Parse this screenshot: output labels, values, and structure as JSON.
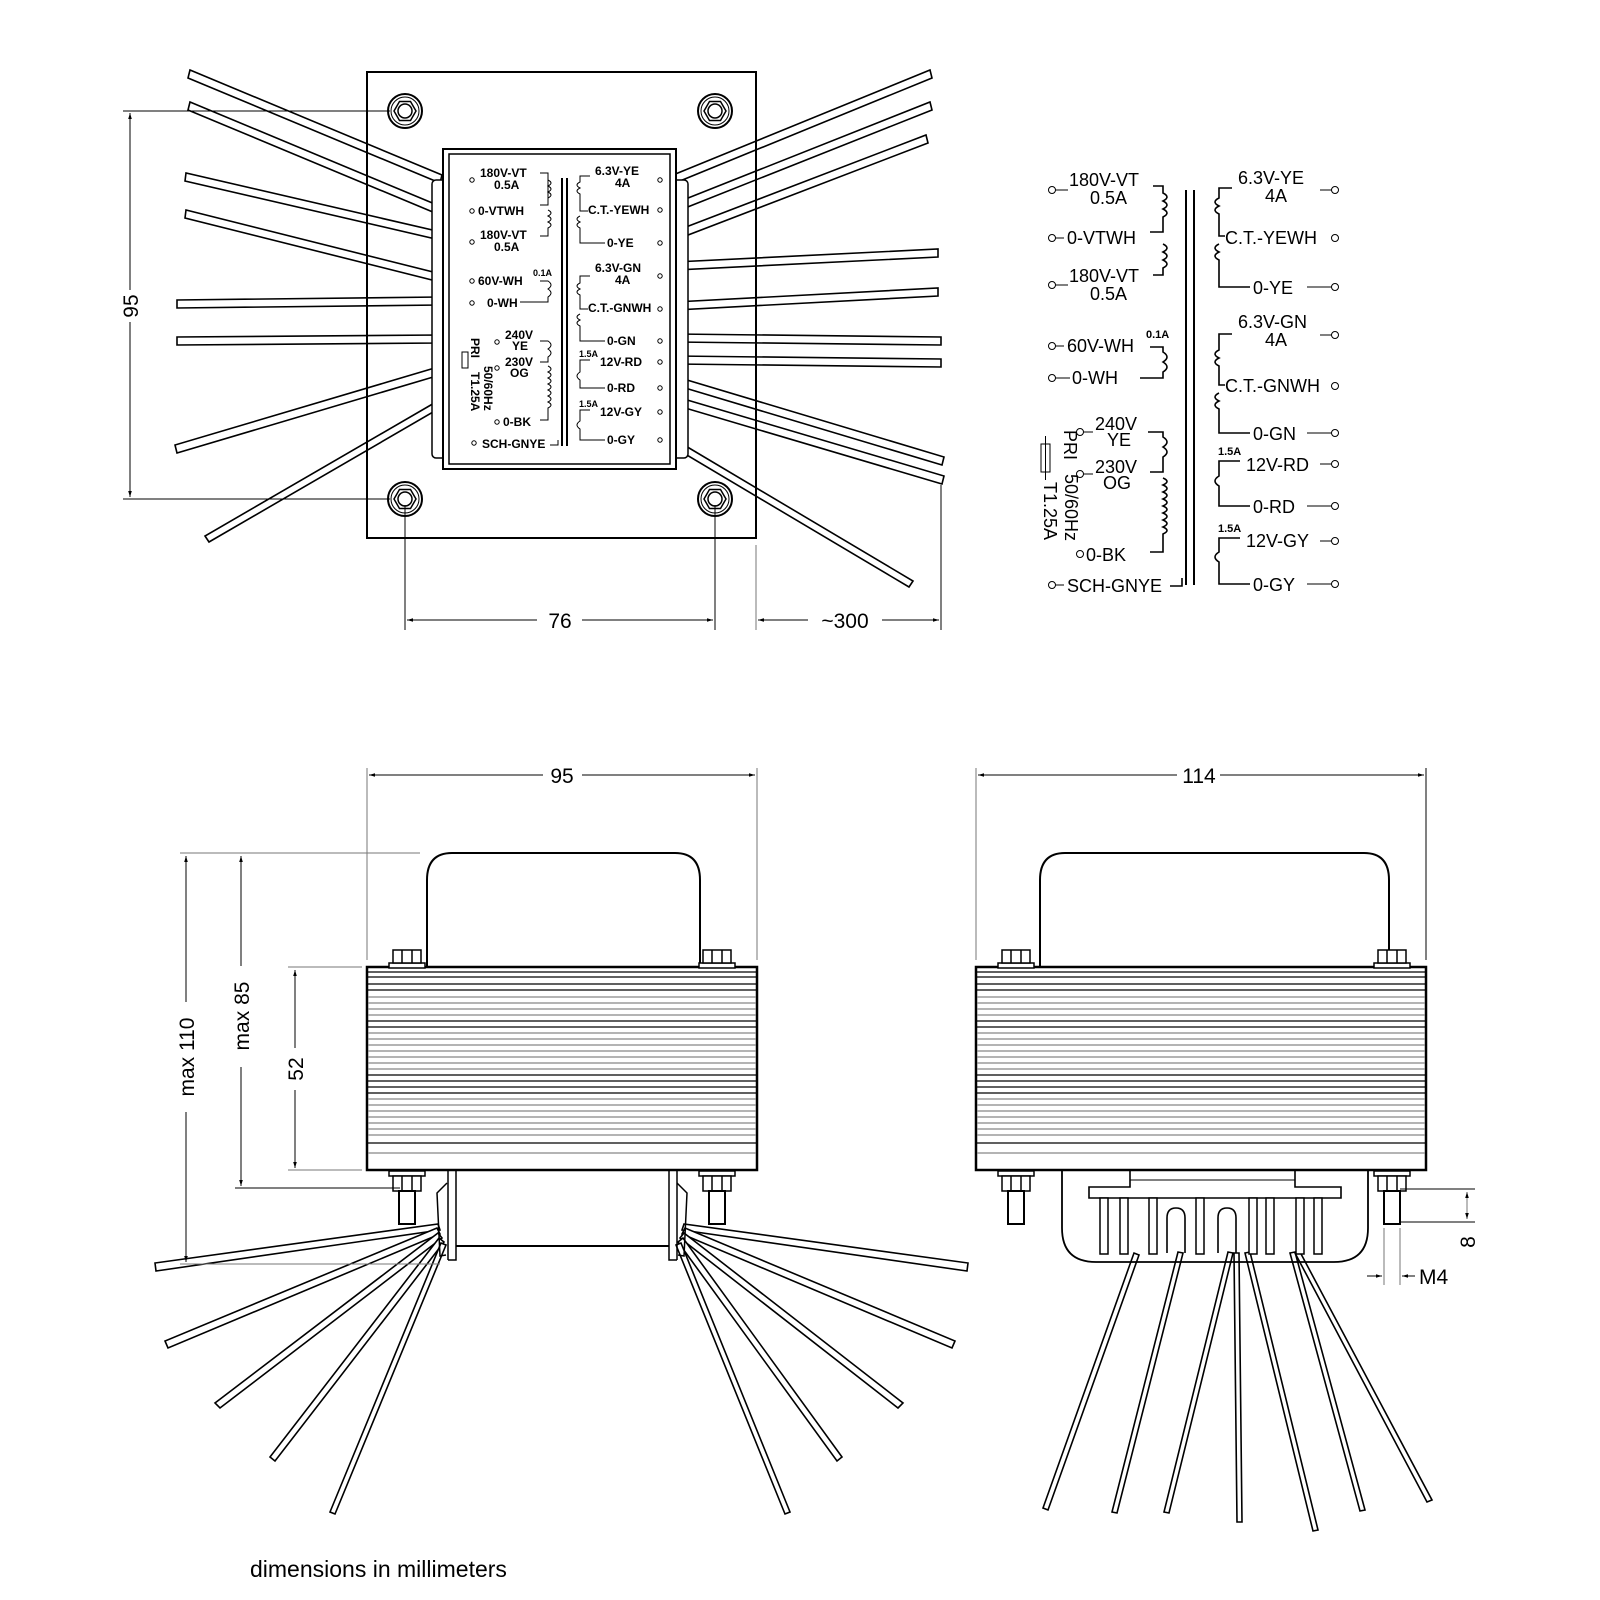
{
  "drawing": {
    "caption": "dimensions  in  millimeters",
    "units": "mm"
  },
  "top_view": {
    "dimensions": {
      "mount_height": "95",
      "mount_width": "76",
      "lead_length": "~300"
    }
  },
  "side_view": {
    "dimensions": {
      "width": "95",
      "max_total_height": "max  110",
      "max_height": "max  85",
      "core_height": "52"
    }
  },
  "end_view": {
    "dimensions": {
      "width": "114",
      "stud_length": "8",
      "thread": "M4"
    }
  },
  "schematic": {
    "primary": {
      "fuse_label": "PRI",
      "frequency": "50/60Hz",
      "fuse_rating": "T1.25A",
      "taps": [
        {
          "voltage": "240V",
          "color": "YE"
        },
        {
          "voltage": "230V",
          "color": "OG"
        },
        {
          "label": "0-BK"
        }
      ],
      "shield": "SCH-GNYE"
    },
    "hv_secondary": {
      "top": "180V-VT",
      "top_current": "0.5A",
      "center": "0-VTWH",
      "bottom": "180V-VT",
      "bottom_current": "0.5A"
    },
    "bias_winding": {
      "top": "60V-WH",
      "current": "0.1A",
      "bottom": "0-WH"
    },
    "heater_1": {
      "top": "6.3V-YE",
      "current": "4A",
      "center": "C.T.-YEWH",
      "bottom": "0-YE"
    },
    "heater_2": {
      "top": "6.3V-GN",
      "current": "4A",
      "center": "C.T.-GNWH",
      "bottom": "0-GN"
    },
    "aux_1": {
      "current": "1.5A",
      "top": "12V-RD",
      "bottom": "0-RD"
    },
    "aux_2": {
      "current": "1.5A",
      "top": "12V-GY",
      "bottom": "0-GY"
    }
  }
}
